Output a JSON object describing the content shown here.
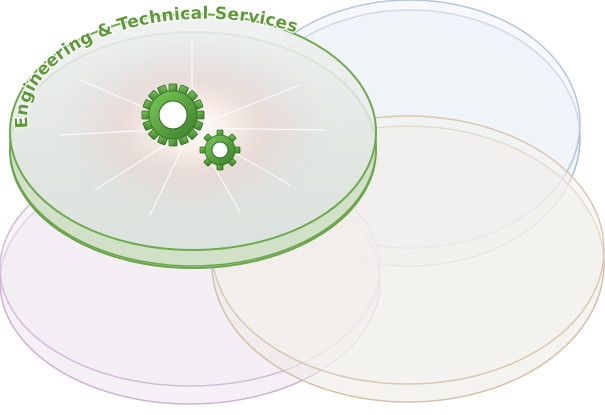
{
  "diagram": {
    "label": "Engineering & Technical Services",
    "colors": {
      "active_green": "#5f9a3a",
      "gear_green": "#4a9a35",
      "blue_disc": "#9fb6cf",
      "purple_disc": "#c7a6cf",
      "tan_disc": "#cfbba0"
    },
    "discs": [
      {
        "name": "engineering-technical-services",
        "active": true,
        "color": "#5f9a3a"
      },
      {
        "name": "blue-disc",
        "active": false,
        "color": "#9fb6cf"
      },
      {
        "name": "purple-disc",
        "active": false,
        "color": "#c7a6cf"
      },
      {
        "name": "tan-disc",
        "active": false,
        "color": "#cfbba0"
      }
    ],
    "icon": "gears-icon"
  }
}
